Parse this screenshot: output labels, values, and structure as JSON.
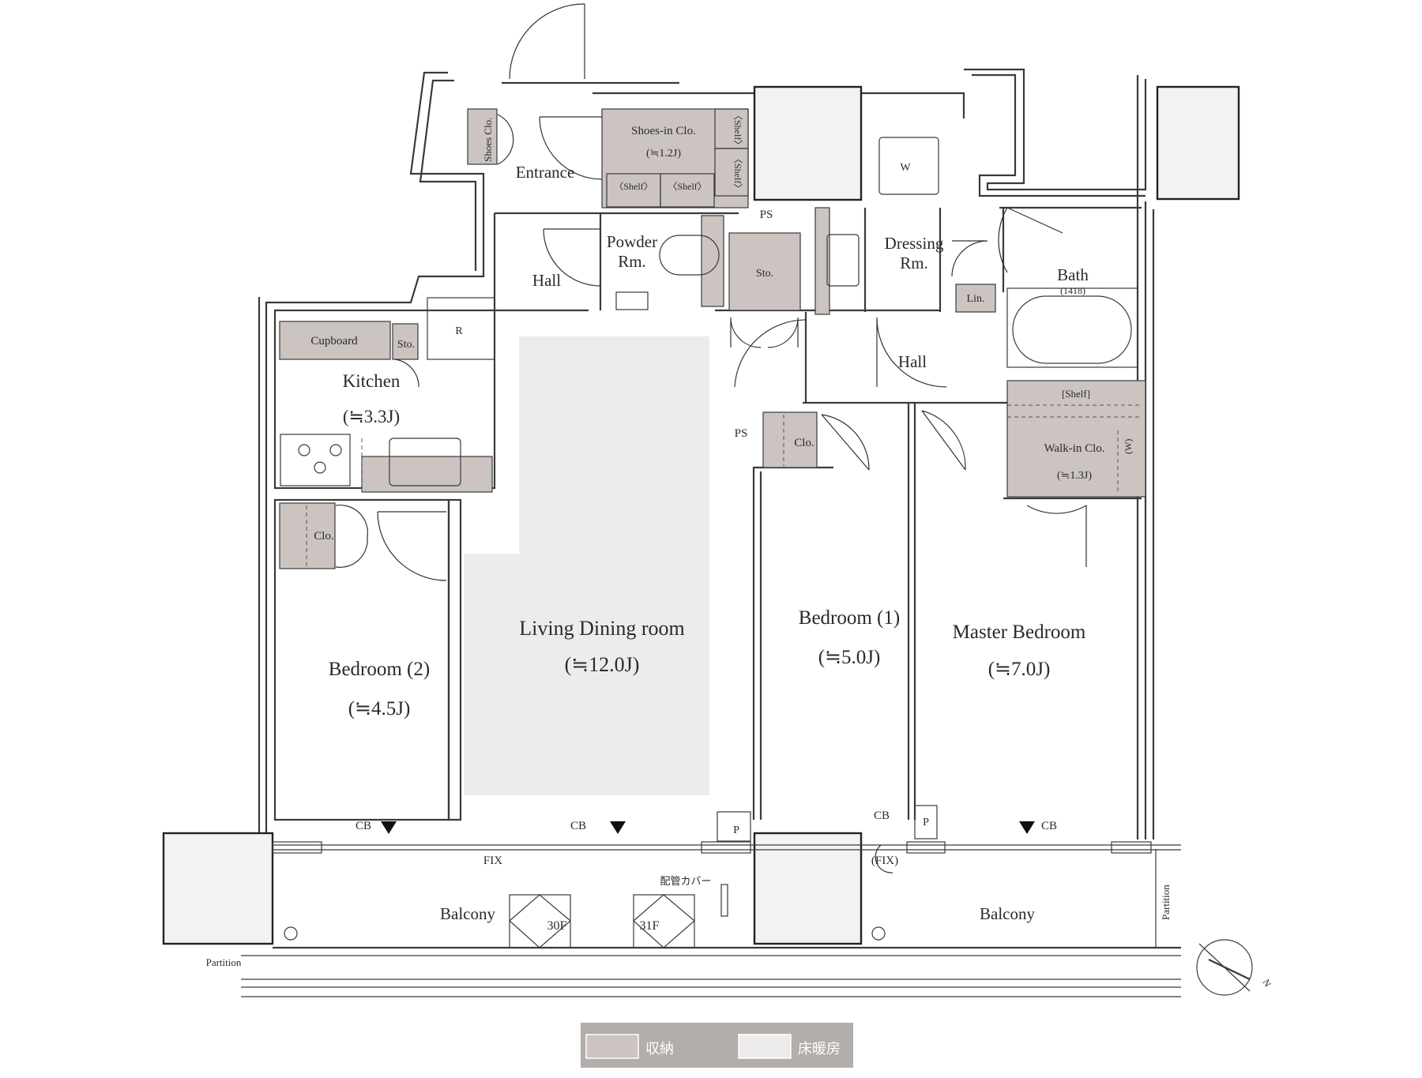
{
  "rooms": {
    "shoes_clo": "Shoes Clo.",
    "shoes_in_clo": "Shoes-in Clo.",
    "shoes_in_clo_size": "(≒1.2J)",
    "shelf_1": "〈Shelf〉",
    "shelf_2": "〈Shelf〉",
    "shelf_3": "〈Shelf〉",
    "shelf_4": "〈Shelf〉",
    "entrance": "Entrance",
    "ps_top": "PS",
    "w": "W",
    "dressing_rm_1": "Dressing",
    "dressing_rm_2": "Rm.",
    "powder_rm_1": "Powder",
    "powder_rm_2": "Rm.",
    "hall_1": "Hall",
    "sto_mid": "Sto.",
    "lin": "Lin.",
    "bath": "Bath",
    "bath_size": "(1418)",
    "hall_2": "Hall",
    "cupboard": "Cupboard",
    "sto_kitchen": "Sto.",
    "r": "R",
    "kitchen": "Kitchen",
    "kitchen_size": "(≒3.3J)",
    "ps_mid": "PS",
    "clo_bed1": "Clo.",
    "shelf_wic": "[Shelf]",
    "walk_in_clo": "Walk-in Clo.",
    "walk_in_clo_size": "(≒1.3J)",
    "wic_w": "(W)",
    "clo_bed2": "Clo.",
    "living": "Living Dining room",
    "living_size": "(≒12.0J)",
    "bedroom1": "Bedroom (1)",
    "bedroom1_size": "(≒5.0J)",
    "master": "Master Bedroom",
    "master_size": "(≒7.0J)",
    "bedroom2": "Bedroom (2)",
    "bedroom2_size": "(≒4.5J)",
    "cb_1": "CB",
    "cb_2": "CB",
    "cb_3": "CB",
    "cb_4": "CB",
    "fix_1": "FIX",
    "fix_2": "(FIX)",
    "p_1": "P",
    "p_2": "P",
    "pipe_cover": "配管カバー",
    "balcony_1": "Balcony",
    "balcony_2": "Balcony",
    "floor_30": "30F",
    "floor_31": "31F",
    "partition_1": "Partition",
    "partition_2": "Partition",
    "north": "N"
  },
  "legend": {
    "storage": "収納",
    "floor_heating": "床暖房",
    "storage_color": "#cbc4c1",
    "floor_heating_color": "#eeecea",
    "background_color": "#b3aeab"
  }
}
